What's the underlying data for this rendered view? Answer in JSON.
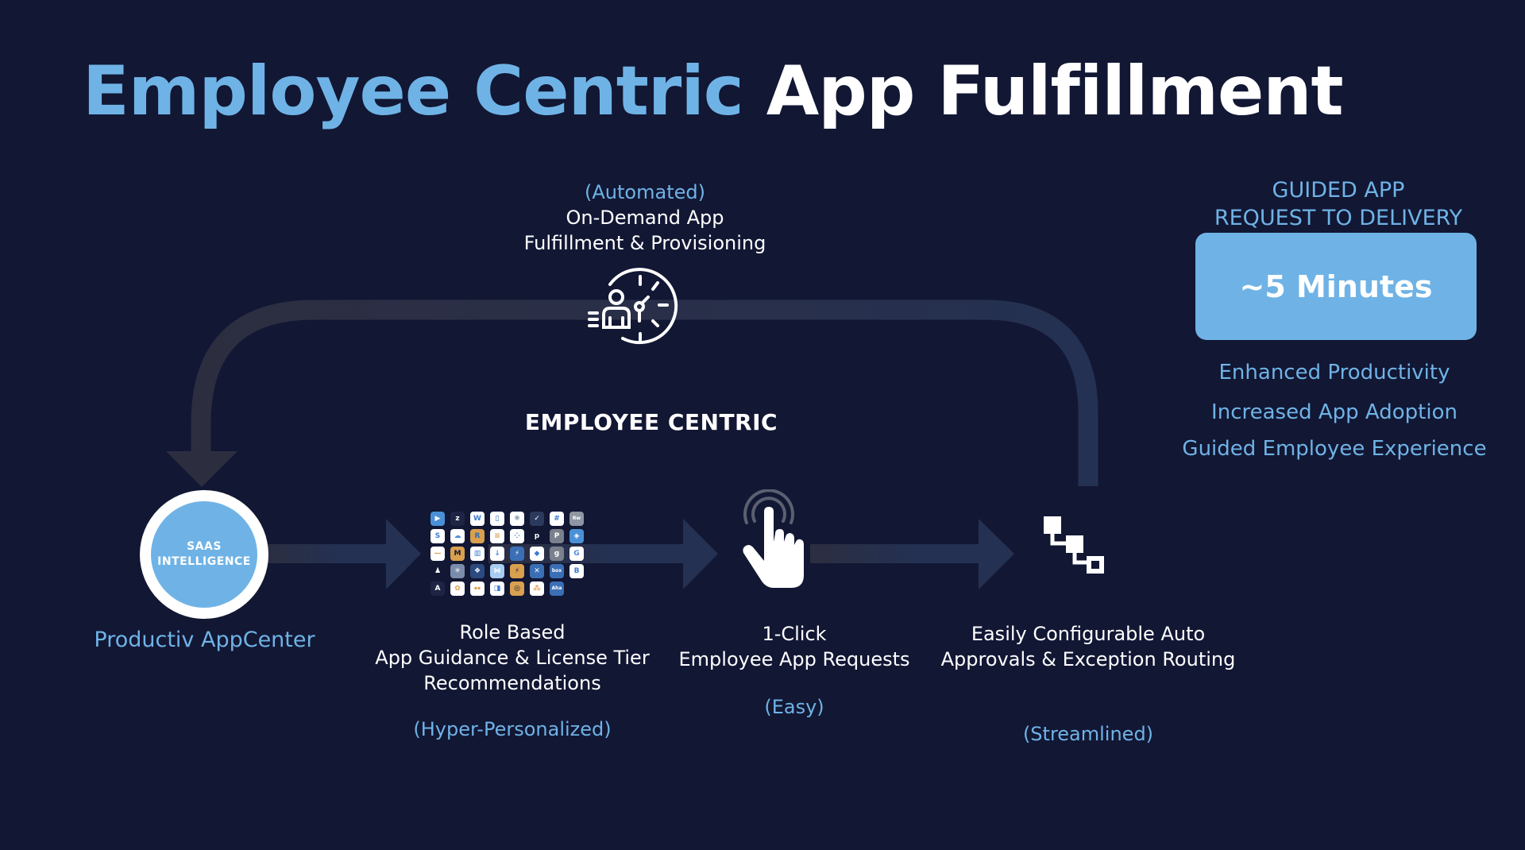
{
  "slide": {
    "title": {
      "part_blue": "Employee Centric",
      "part_white": "App Fulfillment"
    },
    "center_label": "EMPLOYEE CENTRIC",
    "top_step": {
      "accent": "(Automated)",
      "line1": "On-Demand App",
      "line2": "Fulfillment & Provisioning",
      "icon": "person-clock-icon"
    },
    "source": {
      "circle_line1": "SAAS",
      "circle_line2": "INTELLIGENCE",
      "label": "Productiv AppCenter"
    },
    "steps": [
      {
        "line1": "Role Based",
        "line2": "App Guidance & License Tier",
        "line3": "Recommendations",
        "accent": "(Hyper-Personalized)",
        "icon": "app-grid-icon"
      },
      {
        "line1": "1-Click",
        "line2": "Employee App Requests",
        "accent": "(Easy)",
        "icon": "hand-tap-icon"
      },
      {
        "line1": "Easily Configurable Auto",
        "line2": "Approvals & Exception Routing",
        "accent": "(Streamlined)",
        "icon": "workflow-icon"
      }
    ],
    "app_tiles": [
      {
        "bg": "#4a90d9",
        "fg": "#ffffff",
        "glyph": "▶"
      },
      {
        "bg": "#1e2444",
        "fg": "#ffffff",
        "glyph": "z"
      },
      {
        "bg": "#ffffff",
        "fg": "#3a7bd5",
        "glyph": "W"
      },
      {
        "bg": "#ffffff",
        "fg": "#2b6cb0",
        "glyph": "▯"
      },
      {
        "bg": "#ffffff",
        "fg": "#9aa7b8",
        "glyph": "✺"
      },
      {
        "bg": "#2b3a5c",
        "fg": "#ffffff",
        "glyph": "✓"
      },
      {
        "bg": "#ffffff",
        "fg": "#3a7bd5",
        "glyph": "#"
      },
      {
        "bg": "#8f96a3",
        "fg": "#ffffff",
        "glyph": "Rw"
      },
      {
        "bg": "#ffffff",
        "fg": "#3a7bd5",
        "glyph": "S"
      },
      {
        "bg": "#ffffff",
        "fg": "#4a90d9",
        "glyph": "☁"
      },
      {
        "bg": "#d9a050",
        "fg": "#2b6cb0",
        "glyph": "R"
      },
      {
        "bg": "#ffffff",
        "fg": "#d9a050",
        "glyph": "≡"
      },
      {
        "bg": "#ffffff",
        "fg": "#3a7bd5",
        "glyph": "⁘"
      },
      {
        "bg": "#121734",
        "fg": "#ffffff",
        "glyph": "p"
      },
      {
        "bg": "#7a808c",
        "fg": "#ffffff",
        "glyph": "P"
      },
      {
        "bg": "#4a90d9",
        "fg": "#ffffff",
        "glyph": "◈"
      },
      {
        "bg": "#ffffff",
        "fg": "#d9a050",
        "glyph": "—"
      },
      {
        "bg": "#d9a050",
        "fg": "#121734",
        "glyph": "M"
      },
      {
        "bg": "#ffffff",
        "fg": "#3a7bd5",
        "glyph": "▥"
      },
      {
        "bg": "#ffffff",
        "fg": "#4a90d9",
        "glyph": "↓"
      },
      {
        "bg": "#3a6fb5",
        "fg": "#ffffff",
        "glyph": "⚡"
      },
      {
        "bg": "#ffffff",
        "fg": "#3a7bd5",
        "glyph": "◆"
      },
      {
        "bg": "#7a808c",
        "fg": "#ffffff",
        "glyph": "g"
      },
      {
        "bg": "#ffffff",
        "fg": "#4a90d9",
        "glyph": "G"
      },
      {
        "bg": "#121734",
        "fg": "#ffffff",
        "glyph": "♟"
      },
      {
        "bg": "#7a8cab",
        "fg": "#ffffff",
        "glyph": "✳"
      },
      {
        "bg": "#2b4a80",
        "fg": "#ffffff",
        "glyph": "❖"
      },
      {
        "bg": "#a8cdf0",
        "fg": "#ffffff",
        "glyph": "⋈"
      },
      {
        "bg": "#d9a050",
        "fg": "#121734",
        "glyph": "⚡"
      },
      {
        "bg": "#3a6fb5",
        "fg": "#ffffff",
        "glyph": "✕"
      },
      {
        "bg": "#3a6fb5",
        "fg": "#ffffff",
        "glyph": "box"
      },
      {
        "bg": "#ffffff",
        "fg": "#3a7bd5",
        "glyph": "B"
      },
      {
        "bg": "#1e2444",
        "fg": "#ffffff",
        "glyph": "A"
      },
      {
        "bg": "#ffffff",
        "fg": "#d9a050",
        "glyph": "✿"
      },
      {
        "bg": "#ffffff",
        "fg": "#d9a050",
        "glyph": "▪▪"
      },
      {
        "bg": "#ffffff",
        "fg": "#3a7bd5",
        "glyph": "◨"
      },
      {
        "bg": "#d9a050",
        "fg": "#121734",
        "glyph": "◎"
      },
      {
        "bg": "#ffffff",
        "fg": "#d9a050",
        "glyph": "⁂"
      },
      {
        "bg": "#3a6fb5",
        "fg": "#ffffff",
        "glyph": "Aha"
      }
    ],
    "right_panel": {
      "title_line1": "GUIDED APP",
      "title_line2": "REQUEST TO DELIVERY",
      "highlight": "~5 Minutes",
      "benefits": [
        "Enhanced Productivity",
        "Increased App Adoption",
        "Guided Employee Experience"
      ]
    },
    "colors": {
      "background": "#121734",
      "accent_blue": "#6fb3e6",
      "arrow_dark": "#2c2e40",
      "arrow_blue": "#243152",
      "text_white": "#ffffff"
    }
  }
}
